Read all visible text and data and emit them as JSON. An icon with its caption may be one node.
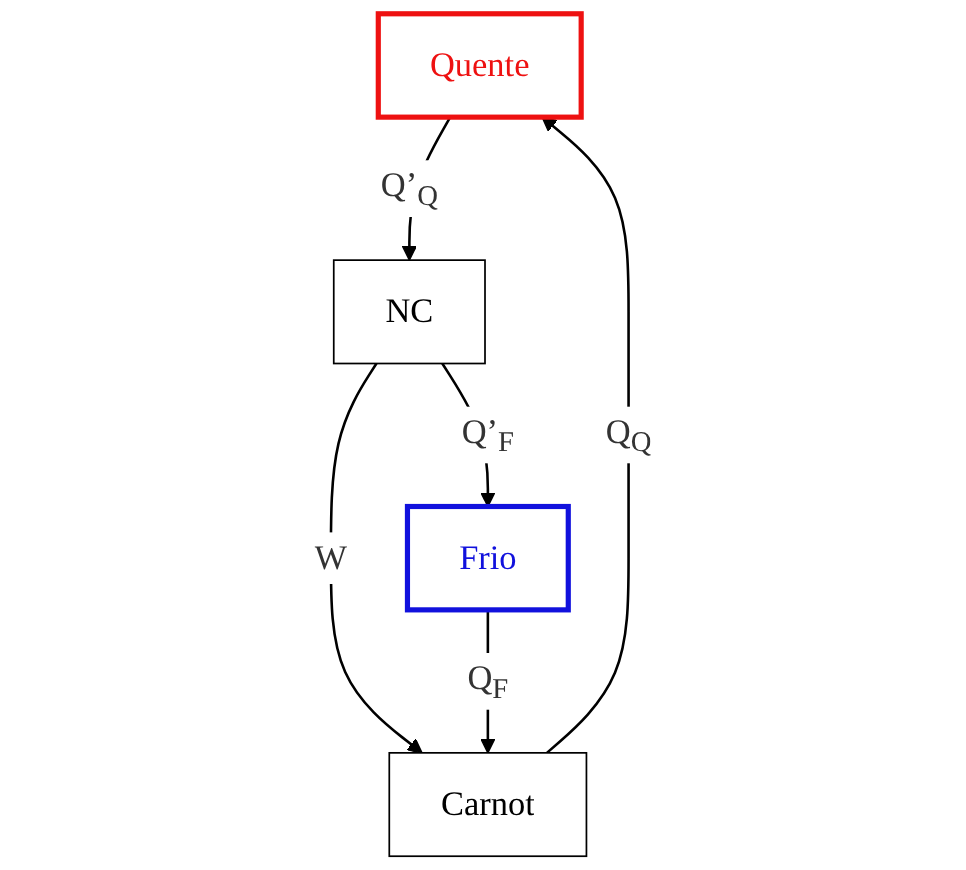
{
  "diagram": {
    "nodes": [
      {
        "text": [
          "Quente"
        ]
      },
      {
        "text": [
          "NC"
        ]
      },
      {
        "text": [
          "Carnot"
        ]
      },
      {
        "text": [
          "Frio"
        ]
      }
    ],
    "edges": [
      {
        "from": 0,
        "to": 1,
        "arrow": "to",
        "label": "Q’$_{Q}$"
      },
      {
        "from": 1,
        "to": 3,
        "arrow": "to",
        "label": "Q’$_{F}$"
      },
      {
        "from": 1,
        "to": 2,
        "arrow": "to",
        "label": "W"
      },
      {
        "from": 3,
        "to": 2,
        "arrow": "to",
        "label": "Q$_{F}$"
      },
      {
        "from": 2,
        "to": 0,
        "arrow": "to",
        "label": "Q$_{Q}$"
      }
    ]
  }
}
